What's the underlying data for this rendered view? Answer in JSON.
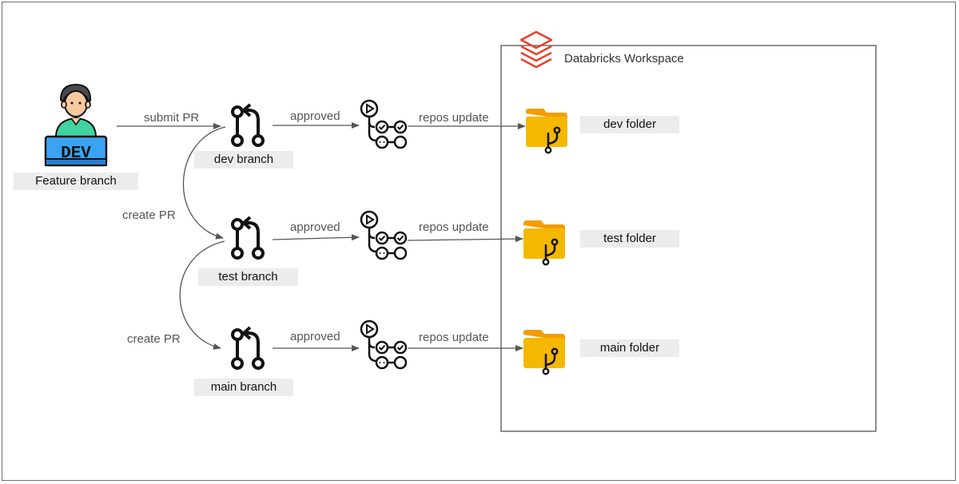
{
  "developer": {
    "badge": "DEV",
    "label": "Feature branch"
  },
  "workspace": {
    "title": "Databricks Workspace"
  },
  "branches": [
    {
      "label": "dev branch"
    },
    {
      "label": "test branch"
    },
    {
      "label": "main branch"
    }
  ],
  "folders": [
    {
      "label": "dev folder"
    },
    {
      "label": "test folder"
    },
    {
      "label": "main folder"
    }
  ],
  "edges": {
    "submit": "submit PR",
    "create_pr": [
      "create PR",
      "create PR"
    ],
    "approved": [
      "approved",
      "approved",
      "approved"
    ],
    "repos_update": [
      "repos update",
      "repos update",
      "repos update"
    ]
  },
  "colors": {
    "databricks_red": "#e8412c",
    "folder_yellow": "#f5b800",
    "folder_tab": "#f59c00",
    "dev_shirt": "#3fd4a0",
    "dev_screen": "#3ba3f3",
    "arrow": "#555555"
  },
  "icons": [
    "person-dev-icon",
    "git-pull-request-icon",
    "pipeline-icon",
    "git-folder-icon",
    "databricks-logo"
  ]
}
